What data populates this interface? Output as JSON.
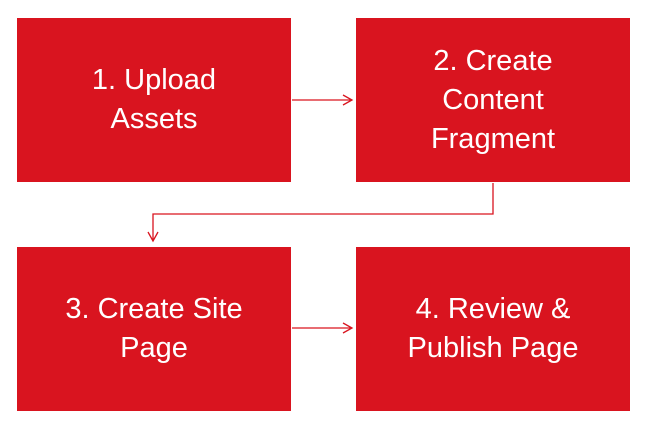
{
  "colors": {
    "box_fill": "#d9141f",
    "box_text": "#ffffff",
    "connector": "#d9141f",
    "background": "#ffffff"
  },
  "steps": [
    {
      "label": "1. Upload\nAssets"
    },
    {
      "label": "2. Create\nContent\nFragment"
    },
    {
      "label": "3. Create Site\nPage"
    },
    {
      "label": "4. Review &\nPublish Page"
    }
  ],
  "connections": [
    {
      "from": "1. Upload Assets",
      "to": "2. Create Content Fragment"
    },
    {
      "from": "2. Create Content Fragment",
      "to": "3. Create Site Page"
    },
    {
      "from": "3. Create Site Page",
      "to": "4. Review & Publish Page"
    }
  ]
}
